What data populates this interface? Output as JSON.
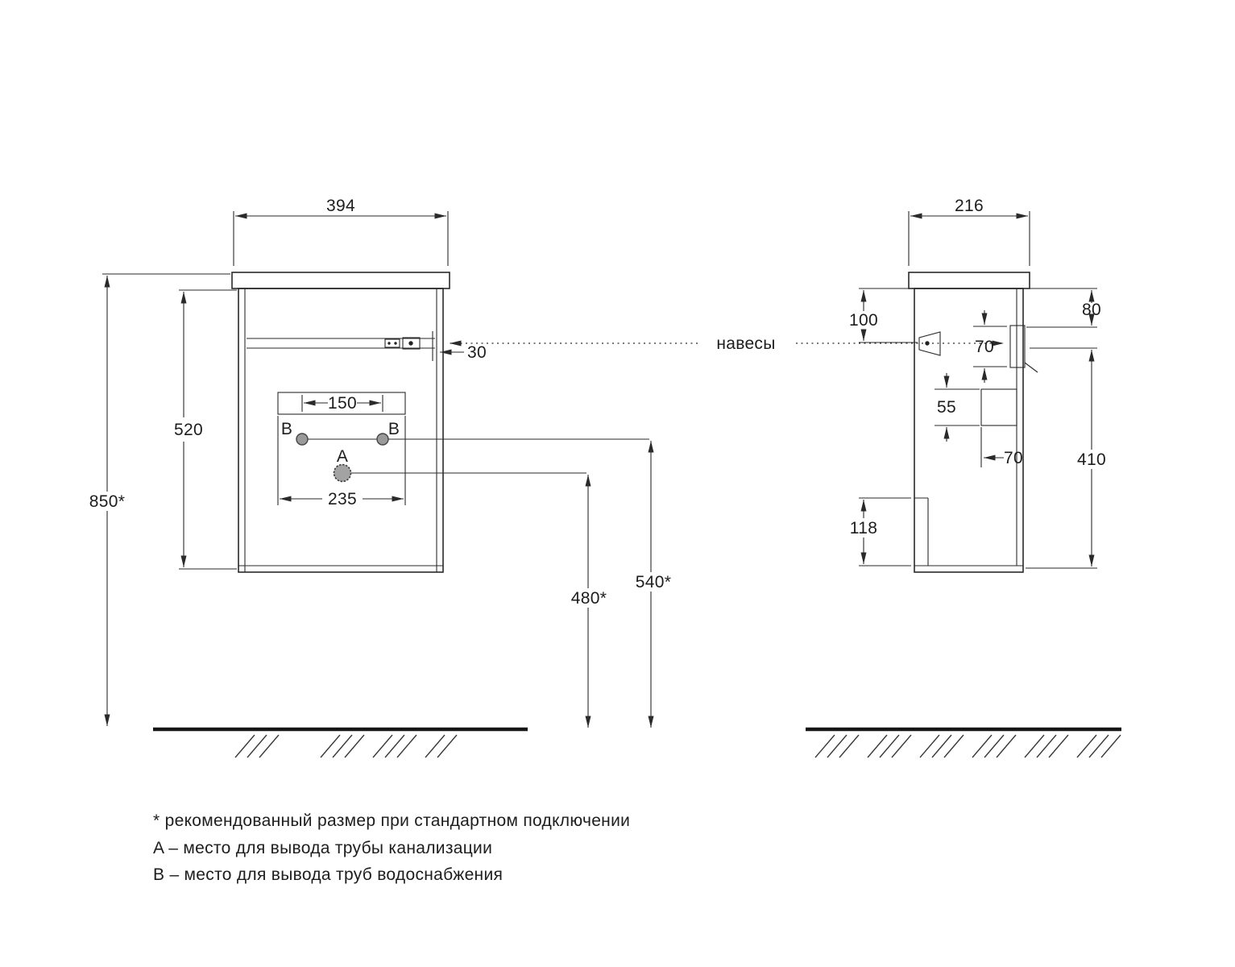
{
  "drawing": {
    "labels": {
      "hangers": "навесы",
      "point_a": "A",
      "point_b": "B"
    },
    "front_view": {
      "width": "394",
      "carcass_height": "520",
      "total_height": "850*",
      "hanger_offset": "30",
      "supply_spacing": "150",
      "drain_box_width": "235",
      "drain_height": "480*",
      "supply_height": "540*"
    },
    "side_view": {
      "depth": "216",
      "hanger_from_top": "100",
      "rail_from_top": "80",
      "rail_height": "70",
      "drawer_height": "55",
      "drawer_depth": "70",
      "inner_height": "410",
      "recess_height": "118"
    },
    "legend": [
      "* рекомендованный размер при стандартном подключении",
      "A – место для вывода трубы канализации",
      "B – место для вывода труб водоснабжения"
    ],
    "colors": {
      "line": "#2a2a2a",
      "point_fill": "#9a9a9a"
    }
  }
}
